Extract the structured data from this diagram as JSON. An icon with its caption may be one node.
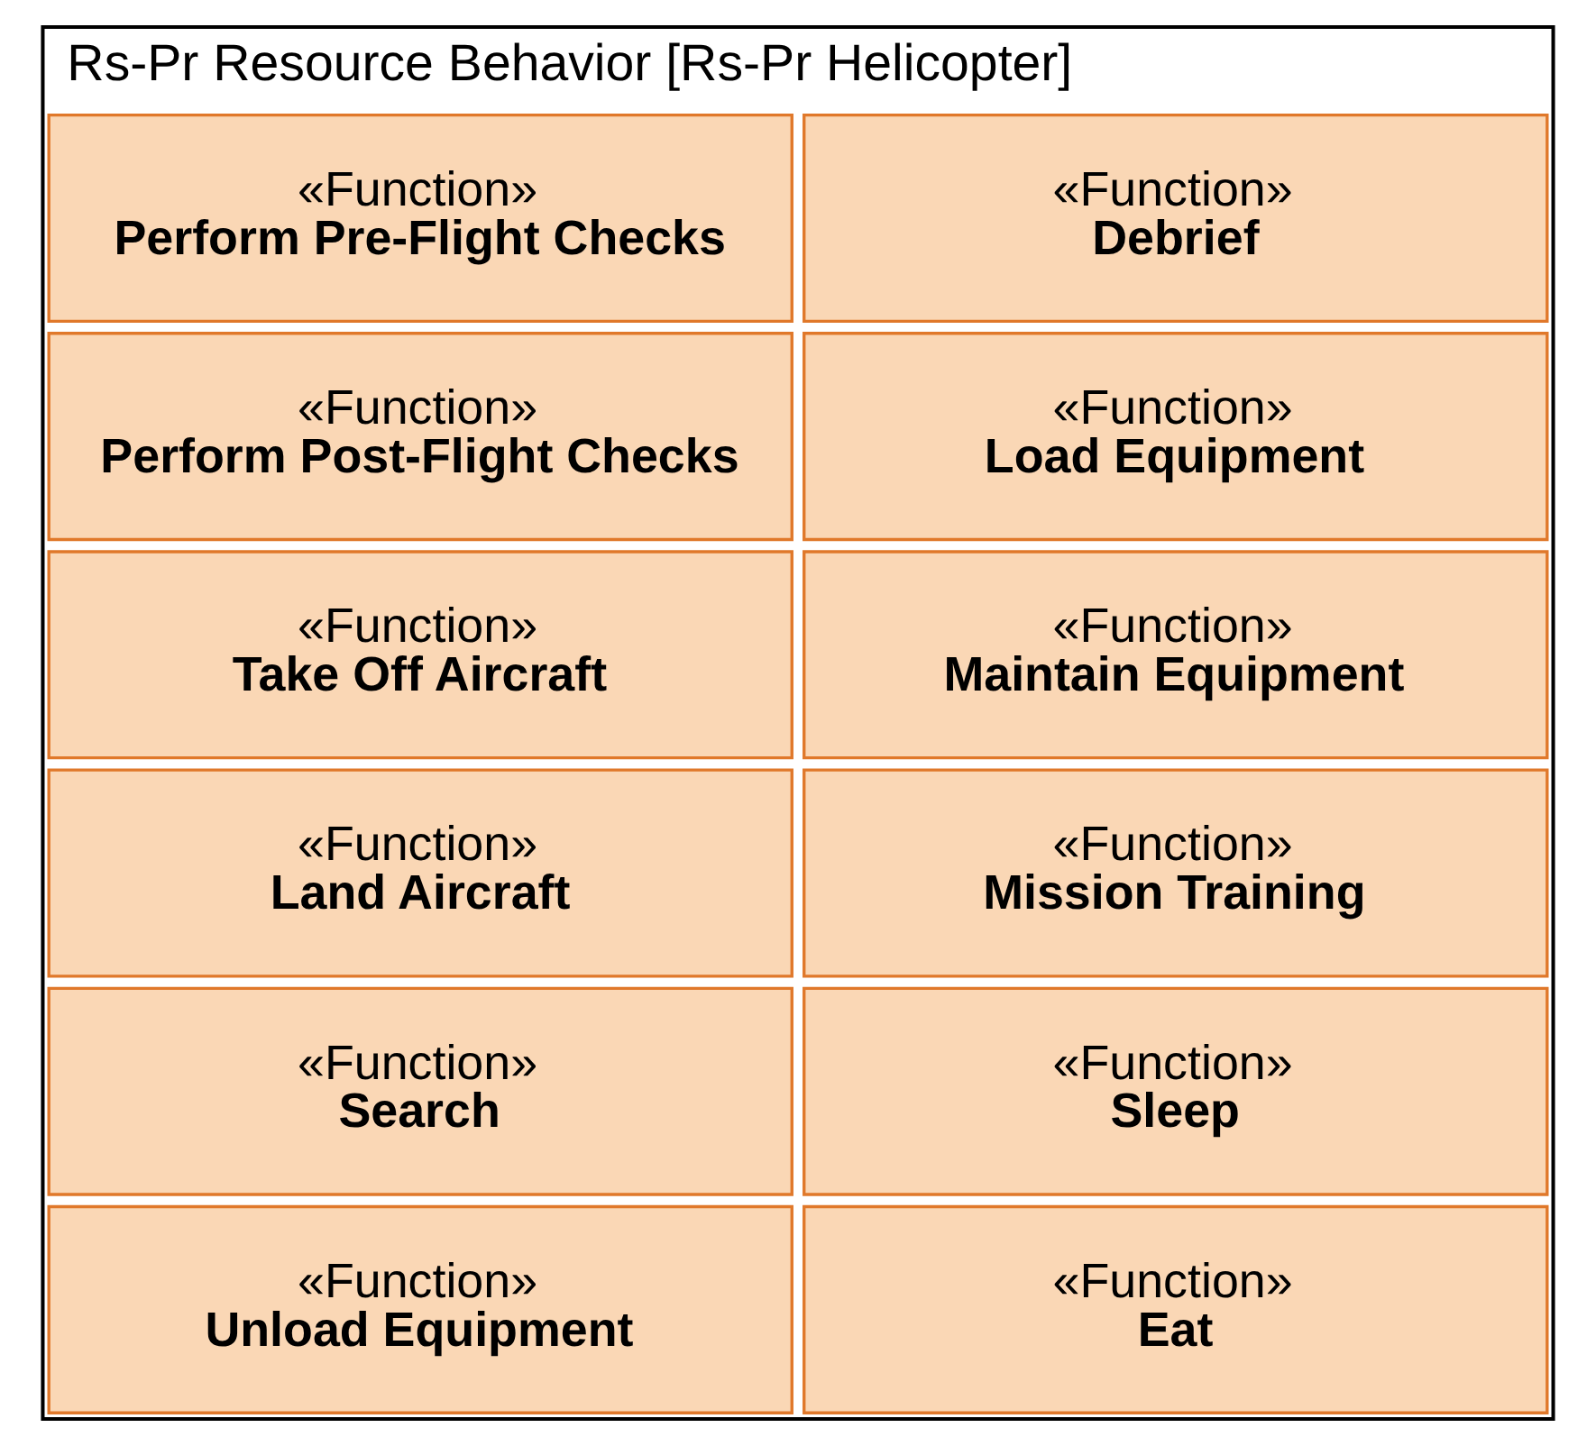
{
  "diagram": {
    "nodes": [
      {
        "text": [
          "Rs-Pr Resource Behavior [Rs-Pr Helicopter]"
        ]
      },
      {
        "text": [
          "«Function»",
          "Perform Pre-Flight Checks"
        ],
        "in": 0
      },
      {
        "text": [
          "«Function»",
          "Perform Post-Flight Checks"
        ],
        "in": 0
      },
      {
        "text": [
          "«Function»",
          "Take Off Aircraft"
        ],
        "in": 0
      },
      {
        "text": [
          "«Function»",
          "Land Aircraft"
        ],
        "in": 0
      },
      {
        "text": [
          "«Function»",
          "Search"
        ],
        "in": 0
      },
      {
        "text": [
          "«Function»",
          "Unload Equipment"
        ],
        "in": 0
      },
      {
        "text": [
          "«Function»",
          "Debrief"
        ],
        "in": 0
      },
      {
        "text": [
          "«Function»",
          "Load Equipment"
        ],
        "in": 0
      },
      {
        "text": [
          "«Function»",
          "Maintain Equipment"
        ],
        "in": 0
      },
      {
        "text": [
          "«Function»",
          "Mission Training"
        ],
        "in": 0
      },
      {
        "text": [
          "«Function»",
          "Sleep"
        ],
        "in": 0
      },
      {
        "text": [
          "«Function»",
          "Eat"
        ],
        "in": 0
      }
    ],
    "edges": []
  }
}
